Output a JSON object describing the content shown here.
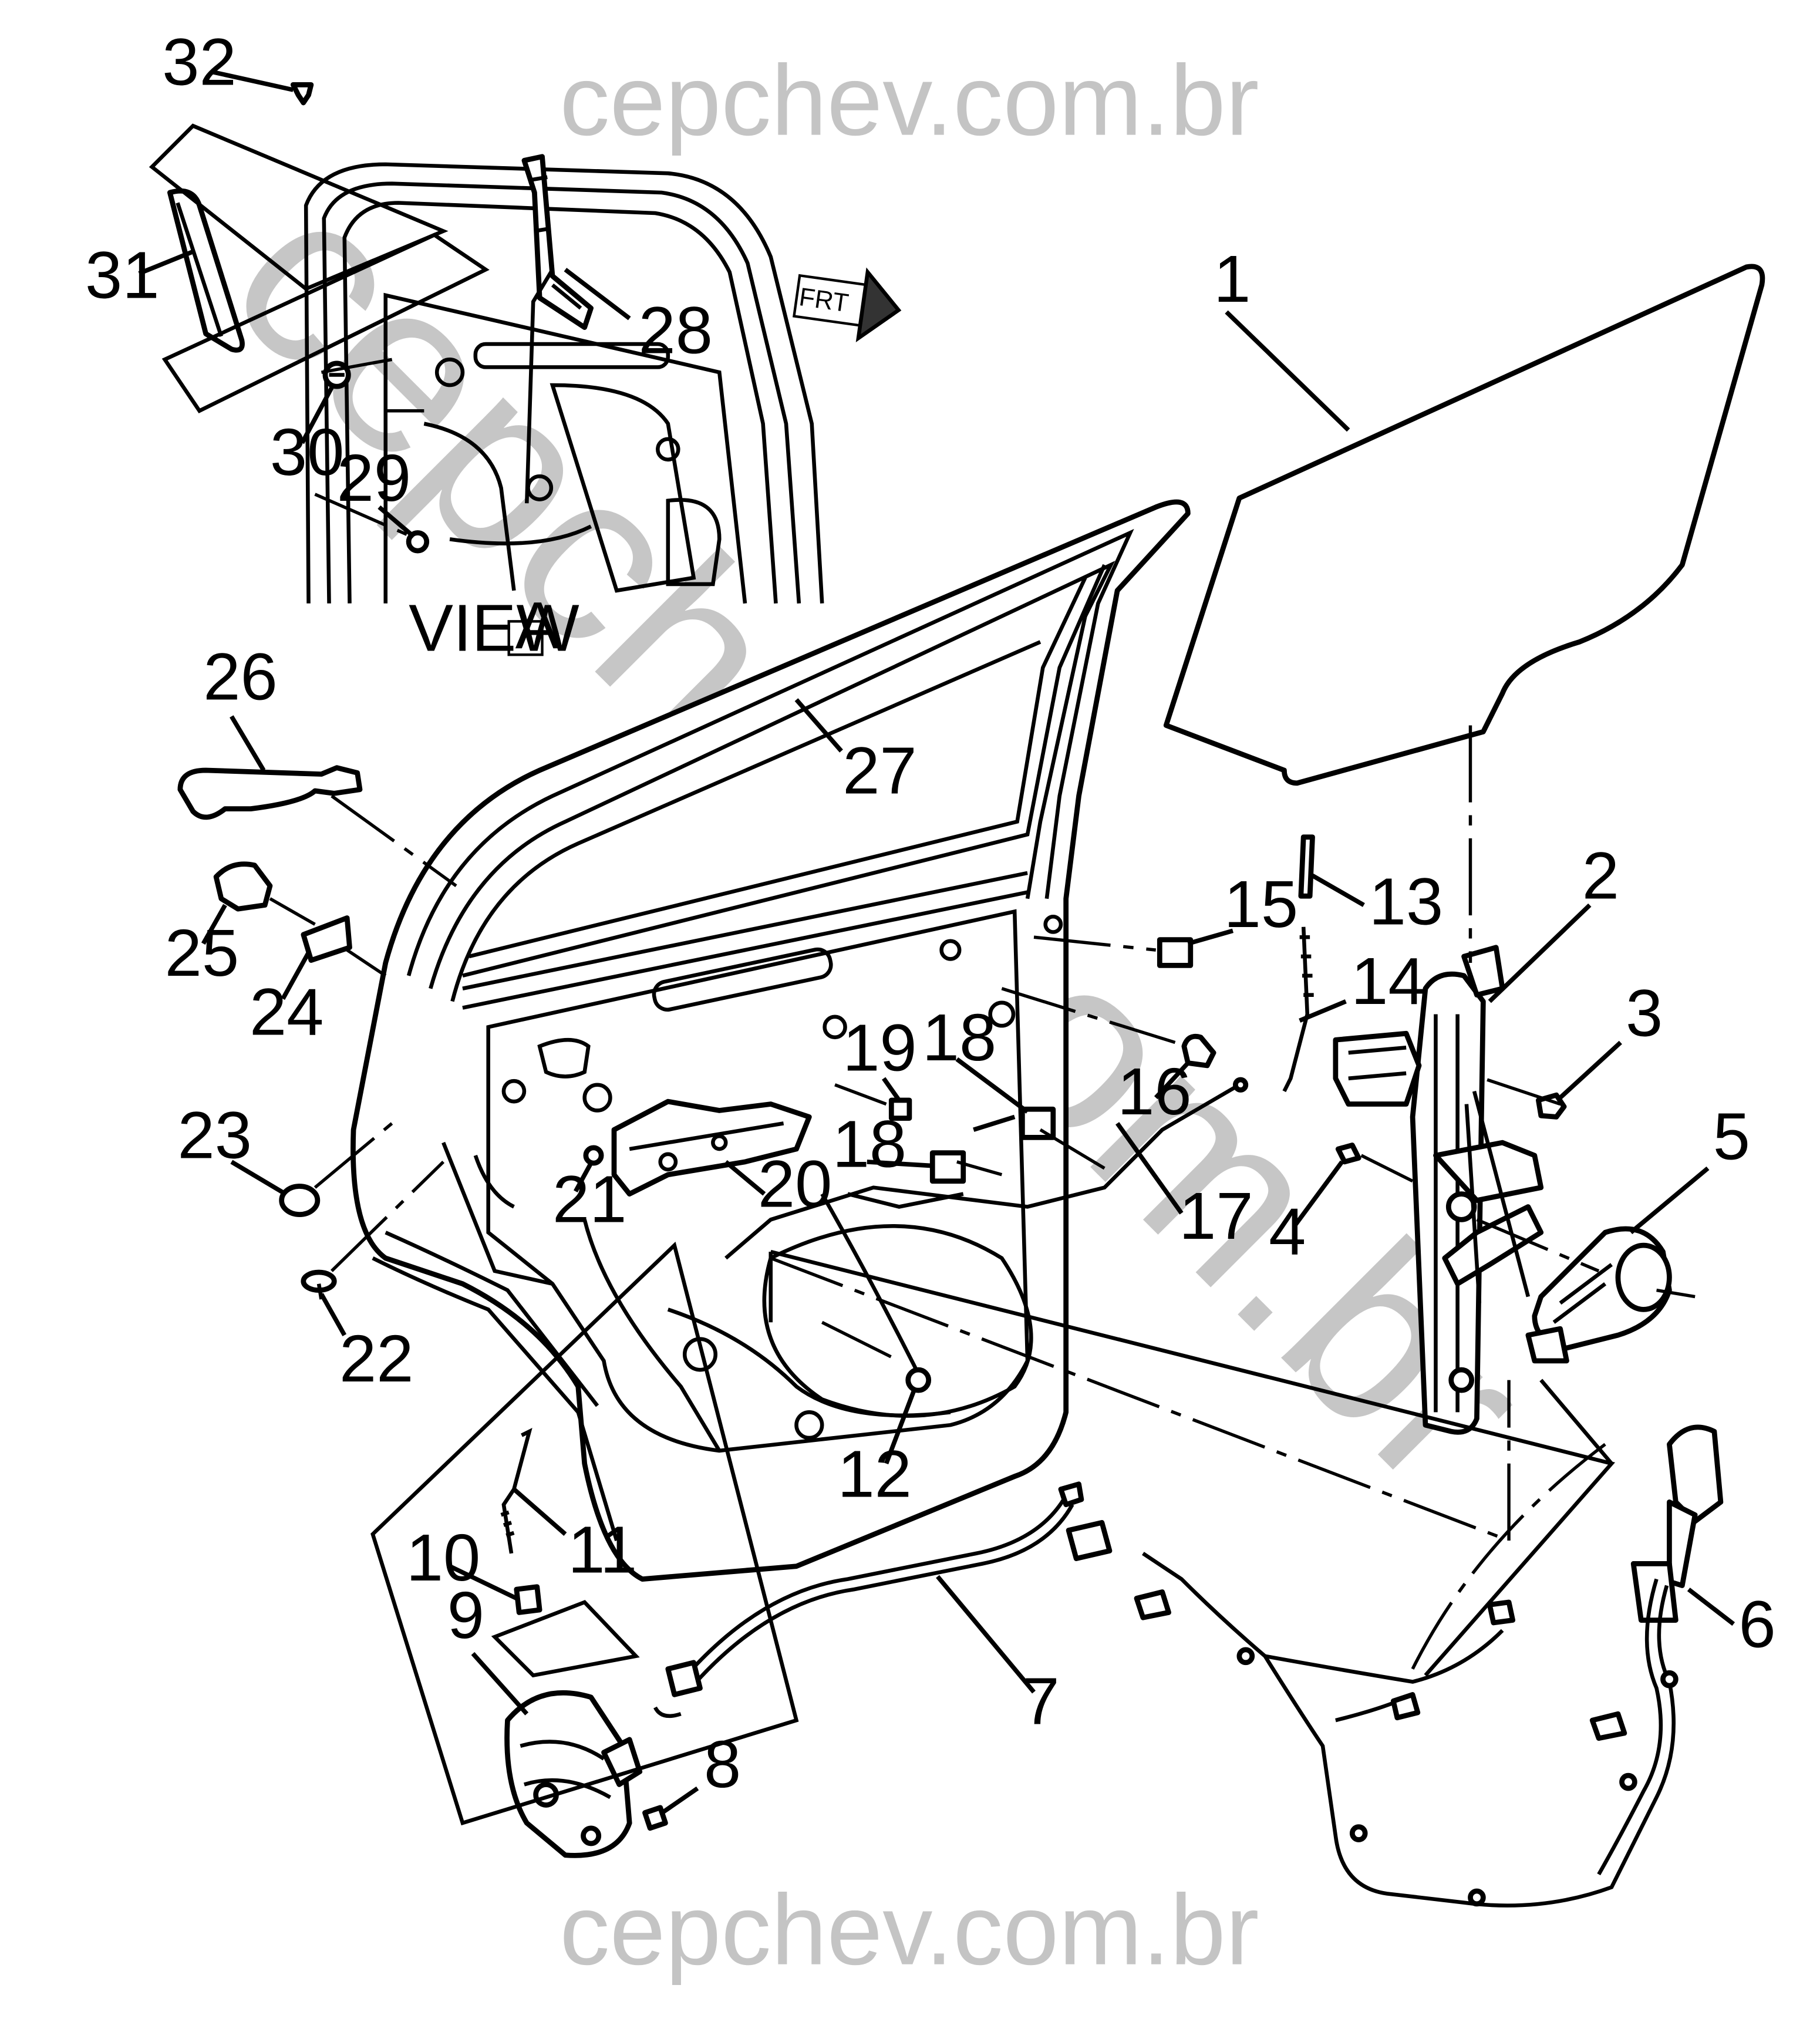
{
  "watermark": {
    "top": "cepchev.com.br",
    "bottom": "cepchev.com.br",
    "diagonal": "cepchev.com.br",
    "color": "#c4c4c4"
  },
  "view_label": {
    "text": "VIEW",
    "letter": "A"
  },
  "direction_indicator": {
    "text": "FRT"
  },
  "callouts": [
    {
      "id": "1",
      "part": "door-window-glass"
    },
    {
      "id": "2",
      "part": "window-regulator"
    },
    {
      "id": "3",
      "part": "regulator-bolt"
    },
    {
      "id": "4",
      "part": "regulator-bolt"
    },
    {
      "id": "5",
      "part": "window-regulator-motor"
    },
    {
      "id": "6",
      "part": "door-wiring-harness-connector"
    },
    {
      "id": "7",
      "part": "lock-cable"
    },
    {
      "id": "8",
      "part": "latch-screw"
    },
    {
      "id": "9",
      "part": "door-latch"
    },
    {
      "id": "10",
      "part": "rod-clip"
    },
    {
      "id": "11",
      "part": "lock-rod"
    },
    {
      "id": "12",
      "part": "nut"
    },
    {
      "id": "13",
      "part": "rod-sleeve"
    },
    {
      "id": "14",
      "part": "lock-rod"
    },
    {
      "id": "15",
      "part": "pad"
    },
    {
      "id": "16",
      "part": "rod-clip"
    },
    {
      "id": "17",
      "part": "handle-rod"
    },
    {
      "id": "18",
      "part": "pad"
    },
    {
      "id": "19",
      "part": "clip"
    },
    {
      "id": "20",
      "part": "inside-handle-bracket"
    },
    {
      "id": "21",
      "part": "nut"
    },
    {
      "id": "22",
      "part": "push-pin"
    },
    {
      "id": "23",
      "part": "hole-plug"
    },
    {
      "id": "24",
      "part": "handle-gasket"
    },
    {
      "id": "25",
      "part": "lock-cylinder-cap"
    },
    {
      "id": "26",
      "part": "outside-handle"
    },
    {
      "id": "27",
      "part": "front-door"
    },
    {
      "id": "28",
      "part": "window-channel"
    },
    {
      "id": "29",
      "part": "nut"
    },
    {
      "id": "30",
      "part": "bolt"
    },
    {
      "id": "31",
      "part": "applique"
    },
    {
      "id": "32",
      "part": "screw"
    }
  ]
}
